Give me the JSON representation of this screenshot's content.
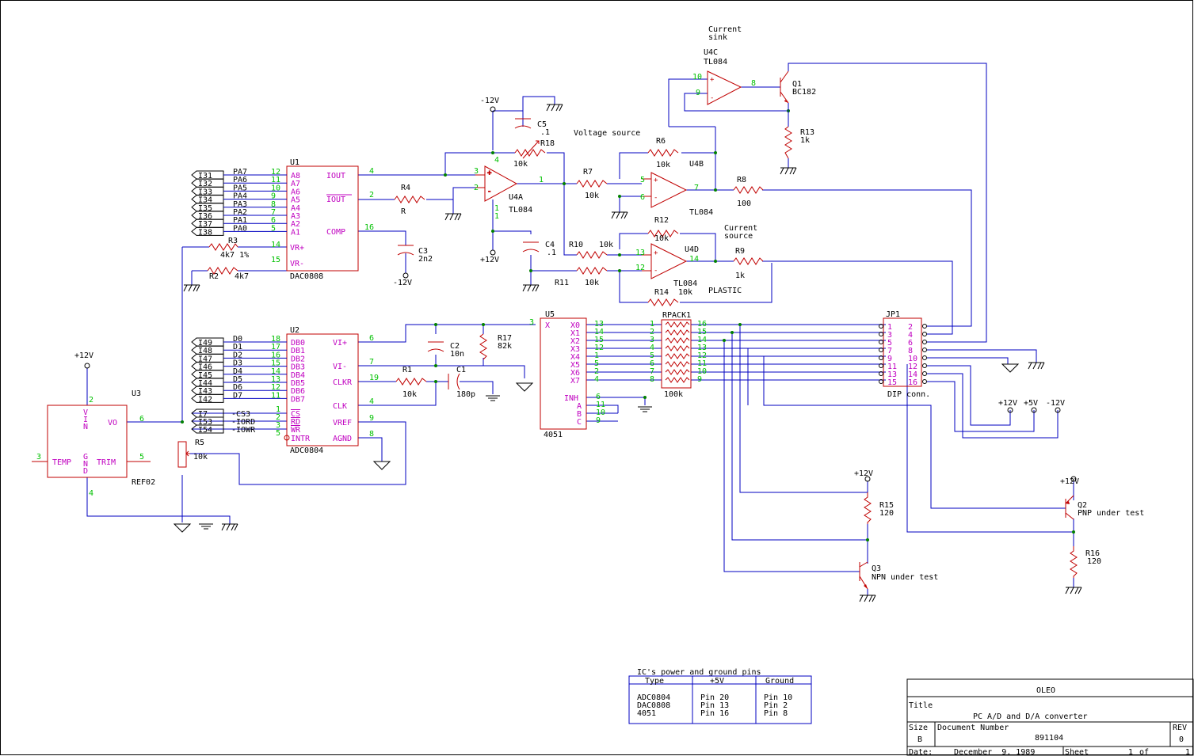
{
  "header": {
    "current_sink": [
      "Current",
      "sink"
    ],
    "u4c": "U4C",
    "u4c_part": "TL084",
    "voltage_source": "Voltage source",
    "current_source": [
      "Current",
      "source"
    ]
  },
  "u1": {
    "ref": "U1",
    "part": "DAC0808",
    "inputs": [
      "I31",
      "I32",
      "I33",
      "I34",
      "I35",
      "I36",
      "I37",
      "I38"
    ],
    "nets": [
      "PA7",
      "PA6",
      "PA5",
      "PA4",
      "PA3",
      "PA2",
      "PA1",
      "PA0"
    ],
    "pin_nums": [
      "12",
      "11",
      "10",
      "9",
      "8",
      "7",
      "6",
      "5"
    ],
    "pin_names": [
      "A8",
      "A7",
      "A6",
      "A5",
      "A4",
      "A3",
      "A2",
      "A1"
    ],
    "vrp": "VR+",
    "vrm": "VR-",
    "vrp_pin": "14",
    "vrm_pin": "15",
    "iout": "IOUT",
    "iout_n": "IOUT",
    "comp": "COMP",
    "iout_pin": "4",
    "ioutn_pin": "2",
    "comp_pin": "16"
  },
  "passives": {
    "r3": "R3",
    "r3_val": "4k7 1%",
    "r2": "R2",
    "r2_val": "4k7",
    "r4": "R4",
    "r4_val": "R",
    "c3": "C3",
    "c3_val": "2n2",
    "neg12": "-12V",
    "c5": "C5",
    "c5_val": ".1",
    "r18": "R18",
    "r18_val": "10k",
    "c4": "C4",
    "c4_val": ".1",
    "pos12": "+12V",
    "r7": "R7",
    "r7_val": "10k",
    "r6": "R6",
    "r6_val": "10k",
    "r8": "R8",
    "r8_val": "100",
    "r12": "R12",
    "r12_val": "10k",
    "r10": "R10",
    "r10_val": "10k",
    "r11": "R11",
    "r11_val": "10k",
    "r9": "R9",
    "r9_val": "1k",
    "r14": "R14",
    "r14_val": "10k",
    "r13": "R13",
    "r13_val": "1k",
    "r17": "R17",
    "r17_val": "82k",
    "c2": "C2",
    "c2_val": "10n",
    "r1": "R1",
    "r1_val": "10k",
    "c1": "C1",
    "c1_val": "180p",
    "r5": "R5",
    "r5_val": "10k",
    "r15": "R15",
    "r15_val": "120",
    "r16": "R16",
    "r16_val": "120"
  },
  "opamps": {
    "u4a": "U4A",
    "u4a_part": "TL084",
    "u4b": "U4B",
    "u4b_part": "TL084",
    "u4d": "U4D",
    "u4d_part": "TL084",
    "plastic": "PLASTIC",
    "pins": [
      "3",
      "2",
      "1",
      "4",
      "11",
      "5",
      "6",
      "7",
      "13",
      "12",
      "14",
      "10",
      "9",
      "8"
    ]
  },
  "q1": {
    "ref": "Q1",
    "part": "BC182"
  },
  "u2": {
    "ref": "U2",
    "part": "ADC0804",
    "inputs": [
      "I49",
      "I48",
      "I47",
      "I46",
      "I45",
      "I44",
      "I43",
      "I42"
    ],
    "nets": [
      "D0",
      "D1",
      "D2",
      "D3",
      "D4",
      "D5",
      "D6",
      "D7"
    ],
    "pin_nums": [
      "18",
      "17",
      "16",
      "15",
      "14",
      "13",
      "12",
      "11"
    ],
    "pin_names": [
      "DB0",
      "DB1",
      "DB2",
      "DB3",
      "DB4",
      "DB5",
      "DB6",
      "DB7"
    ],
    "ctl_inputs": [
      "I7",
      "I53",
      "I54"
    ],
    "ctl_nets": [
      "-CS3",
      "-IORD",
      "-IOWR"
    ],
    "ctl_pins": [
      "1",
      "2",
      "3",
      "5"
    ],
    "ctl_names": [
      "CS",
      "RD",
      "WR",
      "INTR"
    ],
    "right_names": [
      "VI+",
      "VI-",
      "CLKR",
      "CLK",
      "VREF",
      "AGND"
    ],
    "right_pins": [
      "6",
      "7",
      "19",
      "4",
      "9",
      "8"
    ]
  },
  "u3": {
    "ref": "U3",
    "part": "REF02",
    "vin": "VIN",
    "vo": "VO",
    "temp": "TEMP",
    "gnd": "GND",
    "trim": "TRIM",
    "pins": [
      "2",
      "6",
      "3",
      "5",
      "4"
    ],
    "supply": "+12V"
  },
  "u5": {
    "ref": "U5",
    "part": "4051",
    "x": "X",
    "outs": [
      "X0",
      "X1",
      "X2",
      "X3",
      "X4",
      "X5",
      "X6",
      "X7"
    ],
    "out_pins": [
      "13",
      "14",
      "15",
      "12",
      "1",
      "5",
      "2",
      "4"
    ],
    "ctl": [
      "INH",
      "A",
      "B",
      "C"
    ],
    "ctl_pins": [
      "6",
      "11",
      "10",
      "9"
    ],
    "x_pin": "3"
  },
  "rpack": {
    "ref": "RPACK1",
    "val": "100k",
    "left": [
      "1",
      "2",
      "3",
      "4",
      "5",
      "6",
      "7",
      "8"
    ],
    "right": [
      "16",
      "15",
      "14",
      "13",
      "12",
      "11",
      "10",
      "9"
    ]
  },
  "jp1": {
    "ref": "JP1",
    "part": "DIP conn.",
    "left": [
      "1",
      "3",
      "5",
      "7",
      "9",
      "11",
      "13",
      "15"
    ],
    "right": [
      "2",
      "4",
      "6",
      "8",
      "10",
      "12",
      "14",
      "16"
    ]
  },
  "supplies": [
    "+12V",
    "+5V",
    "-12V"
  ],
  "q2": {
    "ref": "Q2",
    "desc": "PNP under test",
    "supply": "+12V"
  },
  "q3": {
    "ref": "Q3",
    "desc": "NPN under test",
    "supply": "+12V"
  },
  "power_table": {
    "caption": "IC's power and ground pins",
    "headers": [
      "Type",
      "+5V",
      "Ground"
    ],
    "rows": [
      [
        "ADC0804",
        "Pin 20",
        "Pin 10"
      ],
      [
        "DAC0808",
        "Pin 13",
        "Pin 2"
      ],
      [
        "4051",
        "Pin 16",
        "Pin 8"
      ]
    ]
  },
  "title_block": {
    "company": "OLEO",
    "title_label": "Title",
    "title": "PC A/D and D/A converter",
    "size_label": "Size",
    "size": "B",
    "docnum_label": "Document Number",
    "docnum": "891104",
    "rev_label": "REV",
    "rev": "0",
    "date_label": "Date:",
    "date": "December  9, 1989",
    "sheet_label": "Sheet",
    "sheet": "1",
    "of_label": "of",
    "of": "1"
  },
  "colors": {
    "component": "#c00000",
    "wire": "#0000c0",
    "pin_number": "#00c000",
    "pin_name": "#c000c0"
  }
}
